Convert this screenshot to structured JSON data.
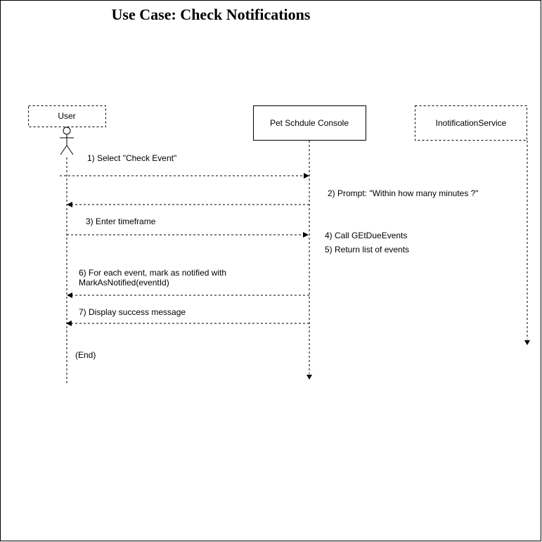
{
  "title": "Use Case: Check Notifications",
  "participants": {
    "user": {
      "label": "User"
    },
    "console": {
      "label": "Pet Schdule Console"
    },
    "service": {
      "label": "InotificationService"
    }
  },
  "messages": {
    "m1": "1) Select \"Check Event\"",
    "m2": "2) Prompt: \"Within how many minutes ?\"",
    "m3": "3) Enter timeframe",
    "m4": "4) Call GEtDueEvents",
    "m5": "5) Return list of events",
    "m6_line1": "6) For each event, mark as notified with",
    "m6_line2": "MarkAsNotified(eventId)",
    "m7": "7) Display success message",
    "end": "(End)"
  }
}
